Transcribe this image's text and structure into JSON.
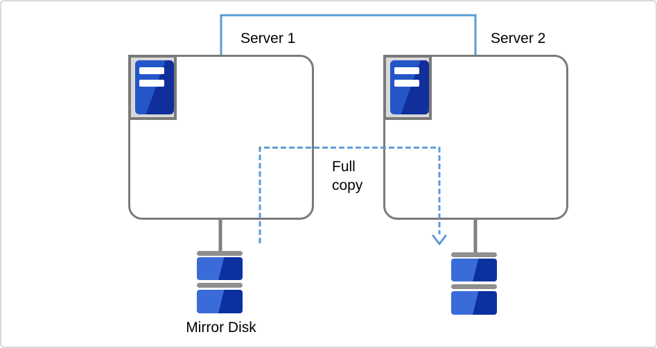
{
  "labels": {
    "server1": "Server 1",
    "server2": "Server 2",
    "full_copy": "Full copy",
    "mirror_disk": "Mirror Disk"
  },
  "icons": {
    "server1_icon": "server-tower-icon",
    "server2_icon": "server-tower-icon",
    "disk1_icon": "mirror-disk-icon",
    "disk2_icon": "mirror-disk-icon",
    "arrow": "full-copy-dashed-arrow"
  },
  "colors": {
    "accent-blue": "#5B9BD5",
    "box-border": "#7A7A7A",
    "connector-gray": "#808080",
    "icon-frame-fill": "#D9D9D9",
    "tower-blue-light": "#2456C8",
    "tower-blue-dark": "#102F9B",
    "disk-blue-light": "#3A6CD9",
    "disk-blue-dark": "#0D309F",
    "disk-bar-gray": "#8F8F8F",
    "frame-border": "#D9D9D9",
    "text-color": "#000000"
  }
}
